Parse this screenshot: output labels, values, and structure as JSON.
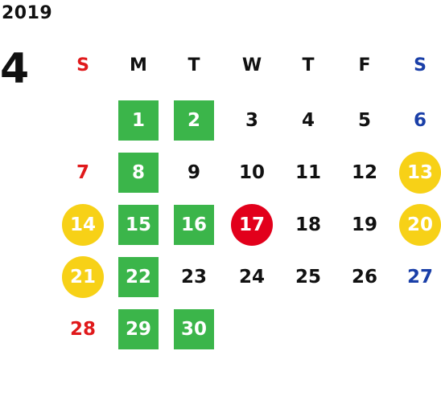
{
  "year": "2019",
  "month": "4",
  "weekdays": [
    {
      "label": "S",
      "color": "#e0191b"
    },
    {
      "label": "M",
      "color": "#111111"
    },
    {
      "label": "T",
      "color": "#111111"
    },
    {
      "label": "W",
      "color": "#111111"
    },
    {
      "label": "T",
      "color": "#111111"
    },
    {
      "label": "F",
      "color": "#111111"
    },
    {
      "label": "S",
      "color": "#1a3fa8"
    }
  ],
  "colors": {
    "sunday": "#e0191b",
    "saturday": "#1a3fa8",
    "weekday": "#111111",
    "green_highlight": "#3bb54a",
    "yellow_highlight": "#f7d117",
    "red_highlight": "#e2001b",
    "highlight_text": "#ffffff"
  },
  "days": [
    {
      "day": "1",
      "weekday": 1,
      "week": 0,
      "highlight": "green"
    },
    {
      "day": "2",
      "weekday": 2,
      "week": 0,
      "highlight": "green"
    },
    {
      "day": "3",
      "weekday": 3,
      "week": 0,
      "highlight": null
    },
    {
      "day": "4",
      "weekday": 4,
      "week": 0,
      "highlight": null
    },
    {
      "day": "5",
      "weekday": 5,
      "week": 0,
      "highlight": null
    },
    {
      "day": "6",
      "weekday": 6,
      "week": 0,
      "highlight": null
    },
    {
      "day": "7",
      "weekday": 0,
      "week": 1,
      "highlight": null
    },
    {
      "day": "8",
      "weekday": 1,
      "week": 1,
      "highlight": "green"
    },
    {
      "day": "9",
      "weekday": 2,
      "week": 1,
      "highlight": null
    },
    {
      "day": "10",
      "weekday": 3,
      "week": 1,
      "highlight": null
    },
    {
      "day": "11",
      "weekday": 4,
      "week": 1,
      "highlight": null
    },
    {
      "day": "12",
      "weekday": 5,
      "week": 1,
      "highlight": null
    },
    {
      "day": "13",
      "weekday": 6,
      "week": 1,
      "highlight": "yellow"
    },
    {
      "day": "14",
      "weekday": 0,
      "week": 2,
      "highlight": "yellow"
    },
    {
      "day": "15",
      "weekday": 1,
      "week": 2,
      "highlight": "green"
    },
    {
      "day": "16",
      "weekday": 2,
      "week": 2,
      "highlight": "green"
    },
    {
      "day": "17",
      "weekday": 3,
      "week": 2,
      "highlight": "red"
    },
    {
      "day": "18",
      "weekday": 4,
      "week": 2,
      "highlight": null
    },
    {
      "day": "19",
      "weekday": 5,
      "week": 2,
      "highlight": null
    },
    {
      "day": "20",
      "weekday": 6,
      "week": 2,
      "highlight": "yellow"
    },
    {
      "day": "21",
      "weekday": 0,
      "week": 3,
      "highlight": "yellow"
    },
    {
      "day": "22",
      "weekday": 1,
      "week": 3,
      "highlight": "green"
    },
    {
      "day": "23",
      "weekday": 2,
      "week": 3,
      "highlight": null
    },
    {
      "day": "24",
      "weekday": 3,
      "week": 3,
      "highlight": null
    },
    {
      "day": "25",
      "weekday": 4,
      "week": 3,
      "highlight": null
    },
    {
      "day": "26",
      "weekday": 5,
      "week": 3,
      "highlight": null
    },
    {
      "day": "27",
      "weekday": 6,
      "week": 3,
      "highlight": null
    },
    {
      "day": "28",
      "weekday": 0,
      "week": 4,
      "highlight": null
    },
    {
      "day": "29",
      "weekday": 1,
      "week": 4,
      "highlight": "green"
    },
    {
      "day": "30",
      "weekday": 2,
      "week": 4,
      "highlight": "green"
    }
  ]
}
